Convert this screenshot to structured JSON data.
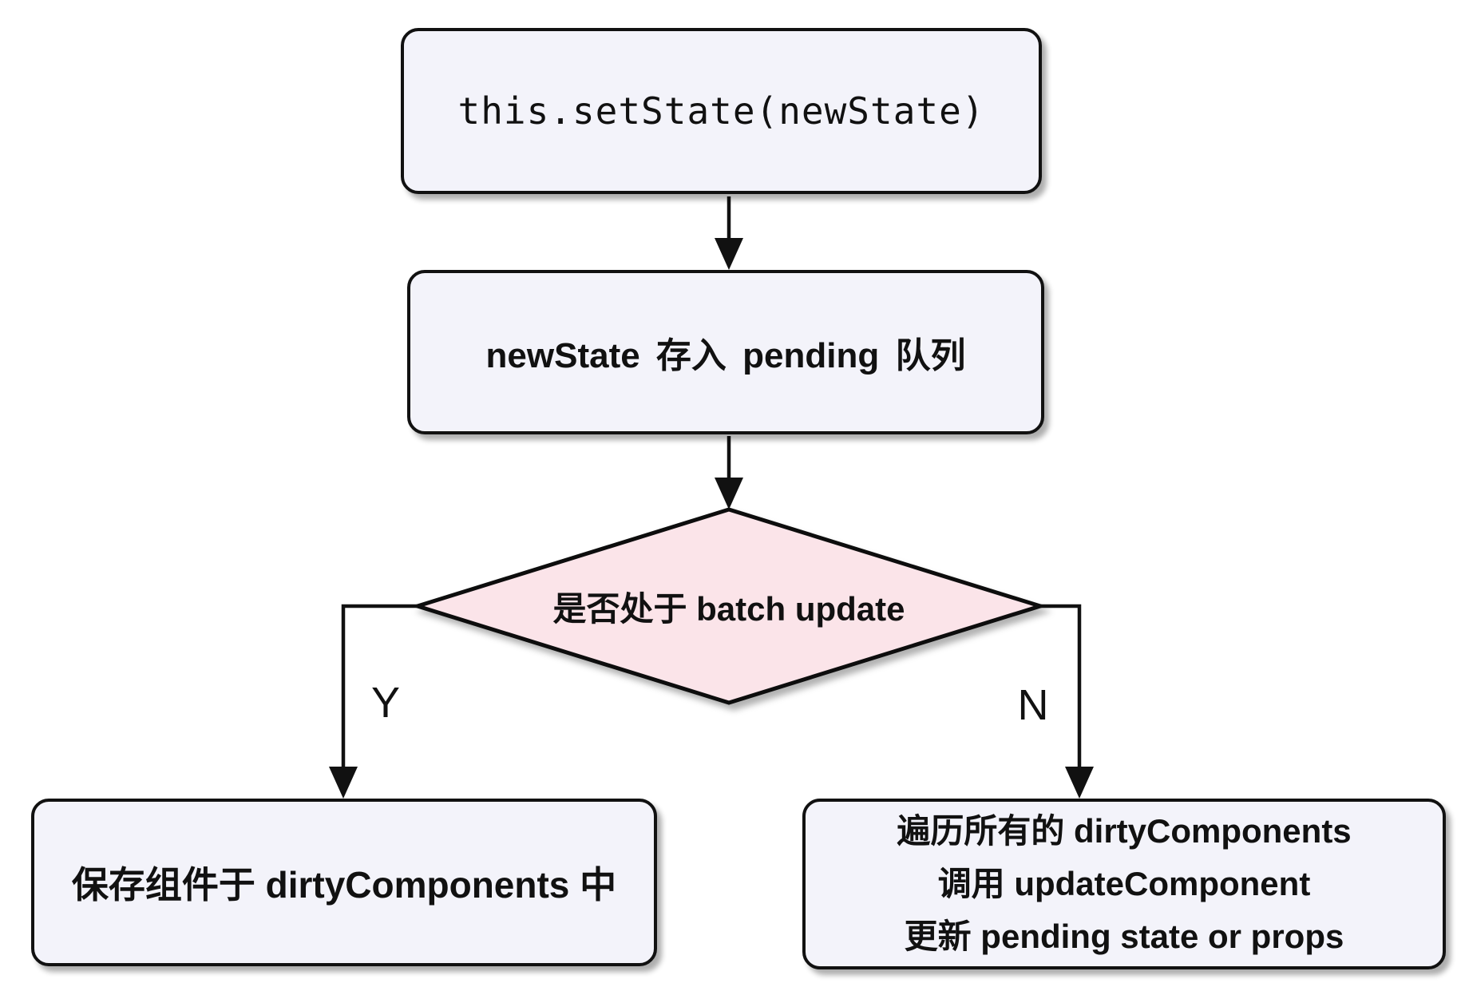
{
  "flowchart": {
    "description": "React setState update flow",
    "nodes": {
      "set_state": {
        "type": "process",
        "label": "this.setState(newState)"
      },
      "pending_queue": {
        "type": "process",
        "label": "newState 存入 pending 队列"
      },
      "batch_update_decision": {
        "type": "decision",
        "label": "是否处于 batch update"
      },
      "save_dirty_components": {
        "type": "process",
        "label": "保存组件于 dirtyComponents 中"
      },
      "apply_updates": {
        "type": "process",
        "lines": [
          "遍历所有的 dirtyComponents",
          "调用 updateComponent",
          "更新 pending state or props"
        ]
      }
    },
    "edge_labels": {
      "yes": "Y",
      "no": "N"
    },
    "colors": {
      "process_fill": "#f3f3fa",
      "decision_fill": "#fbe4e9",
      "stroke": "#111111",
      "canvas": "#ffffff"
    }
  }
}
